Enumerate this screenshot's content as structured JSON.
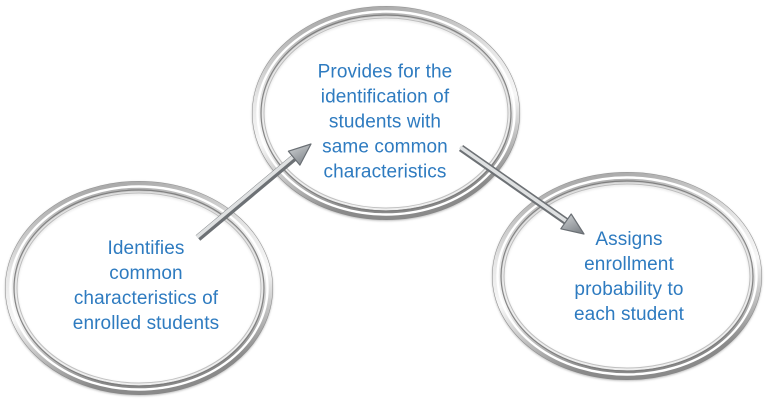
{
  "diagram": {
    "type": "process-flow",
    "background_color": "#ffffff",
    "label_color": "#2e7bc0",
    "ring_style": {
      "tube_dark": "#6e6e6e",
      "tube_mid": "#d9d9d9",
      "tube_highlight": "#ffffff",
      "edge_dark": "#5f5f5f"
    },
    "arrow_style": {
      "shaft_dark": "#6d7175",
      "shaft_light": "#dfe1e2",
      "head_light": "#d3d6d8",
      "head_dark": "#83888d"
    },
    "nodes": [
      {
        "id": "identify",
        "label": "Identifies\ncommon\ncharacteristics of\nenrolled students"
      },
      {
        "id": "provide",
        "label": "Provides for the\nidentification of\nstudents with\nsame common\ncharacteristics"
      },
      {
        "id": "assign",
        "label": "Assigns\nenrollment\nprobability to\neach student"
      }
    ],
    "connectors": [
      {
        "from": "identify",
        "to": "provide"
      },
      {
        "from": "provide",
        "to": "assign"
      }
    ]
  }
}
